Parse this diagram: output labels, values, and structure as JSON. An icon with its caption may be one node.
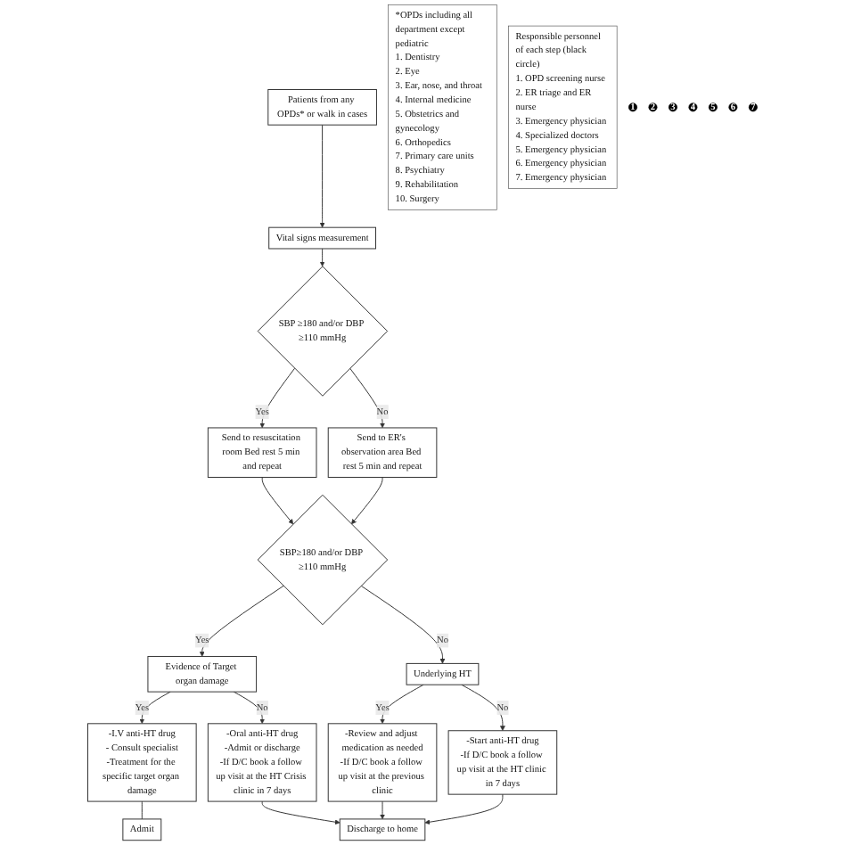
{
  "diagram": {
    "nodes": [
      {
        "text": [
          "Patients from any OPDs* or walk in cases"
        ]
      },
      {
        "text": [
          "Vital signs measurement"
        ]
      },
      {
        "text": [
          "SBP ≥180 and/or DBP ≥110 mmHg"
        ]
      },
      {
        "text": [
          "Send to resuscitation room Bed rest 5 min and repeat"
        ]
      },
      {
        "text": [
          "Send to ER's observation area Bed rest 5 min and repeat"
        ]
      },
      {
        "text": [
          "SBP≥180 and/or DBP ≥110 mmHg"
        ]
      },
      {
        "text": [
          "Evidence of Target organ damage"
        ]
      },
      {
        "text": [
          "Underlying HT"
        ]
      },
      {
        "text": [
          "-I.V anti-HT drug",
          "- Consult specialist",
          "-Treatment for the specific target organ damage"
        ]
      },
      {
        "text": [
          "-Oral anti-HT drug",
          "-Admit or discharge",
          "-If D/C book a follow up visit at the HT Crisis clinic in 7 days"
        ]
      },
      {
        "text": [
          "-Review and adjust medication as needed",
          "-If D/C book a follow up visit at the previous clinic"
        ]
      },
      {
        "text": [
          "-Start anti-HT drug",
          "-If D/C book a follow up visit at the HT clinic in 7 days"
        ]
      },
      {
        "text": [
          "Admit"
        ]
      },
      {
        "text": [
          "Discharge to home"
        ]
      },
      {
        "text": [
          "*OPDs including all department except pediatric",
          "1. Dentistry",
          "2. Eye",
          "3. Ear, nose, and throat",
          "4. Internal medicine",
          "5. Obstetrics and gynecology",
          "6. Orthopedics",
          "7. Primary care units",
          "8. Psychiatry",
          "9. Rehabilitation",
          "10. Surgery"
        ]
      },
      {
        "text": [
          "Responsible personnel of each step (black circle)",
          "1. OPD screening nurse",
          "2. ER triage and ER nurse",
          "3. Emergency physician",
          "4. Specialized doctors",
          "5. Emergency physician",
          "6. Emergency physician",
          "7. Emergency physician"
        ]
      },
      {
        "text": [
          "1"
        ]
      },
      {
        "text": [
          "2"
        ]
      },
      {
        "text": [
          "3"
        ]
      },
      {
        "text": [
          "4"
        ]
      },
      {
        "text": [
          "5"
        ]
      },
      {
        "text": [
          "6"
        ]
      },
      {
        "text": [
          "7"
        ]
      }
    ],
    "edges": [
      {
        "from": 0,
        "to": 1,
        "arrow": "to"
      },
      {
        "from": 1,
        "to": 2,
        "arrow": "to"
      },
      {
        "from": 2,
        "to": 3,
        "arrow": "to",
        "label": "Yes"
      },
      {
        "from": 2,
        "to": 4,
        "arrow": "to",
        "label": "No"
      },
      {
        "from": 3,
        "to": 5,
        "arrow": "to"
      },
      {
        "from": 4,
        "to": 5,
        "arrow": "to"
      },
      {
        "from": 5,
        "to": 6,
        "arrow": "to",
        "label": "Yes"
      },
      {
        "from": 5,
        "to": 7,
        "arrow": "to",
        "label": "No"
      },
      {
        "from": 6,
        "to": 8,
        "arrow": "to",
        "label": "Yes"
      },
      {
        "from": 6,
        "to": 9,
        "arrow": "to",
        "label": "No"
      },
      {
        "from": 7,
        "to": 10,
        "arrow": "to",
        "label": "Yes"
      },
      {
        "from": 7,
        "to": 11,
        "arrow": "to",
        "label": "No"
      },
      {
        "from": 8,
        "to": 12,
        "arrow": "none"
      },
      {
        "from": 9,
        "to": 13,
        "arrow": "to"
      },
      {
        "from": 10,
        "to": 13,
        "arrow": "to"
      },
      {
        "from": 11,
        "to": 13,
        "arrow": "to"
      }
    ]
  }
}
